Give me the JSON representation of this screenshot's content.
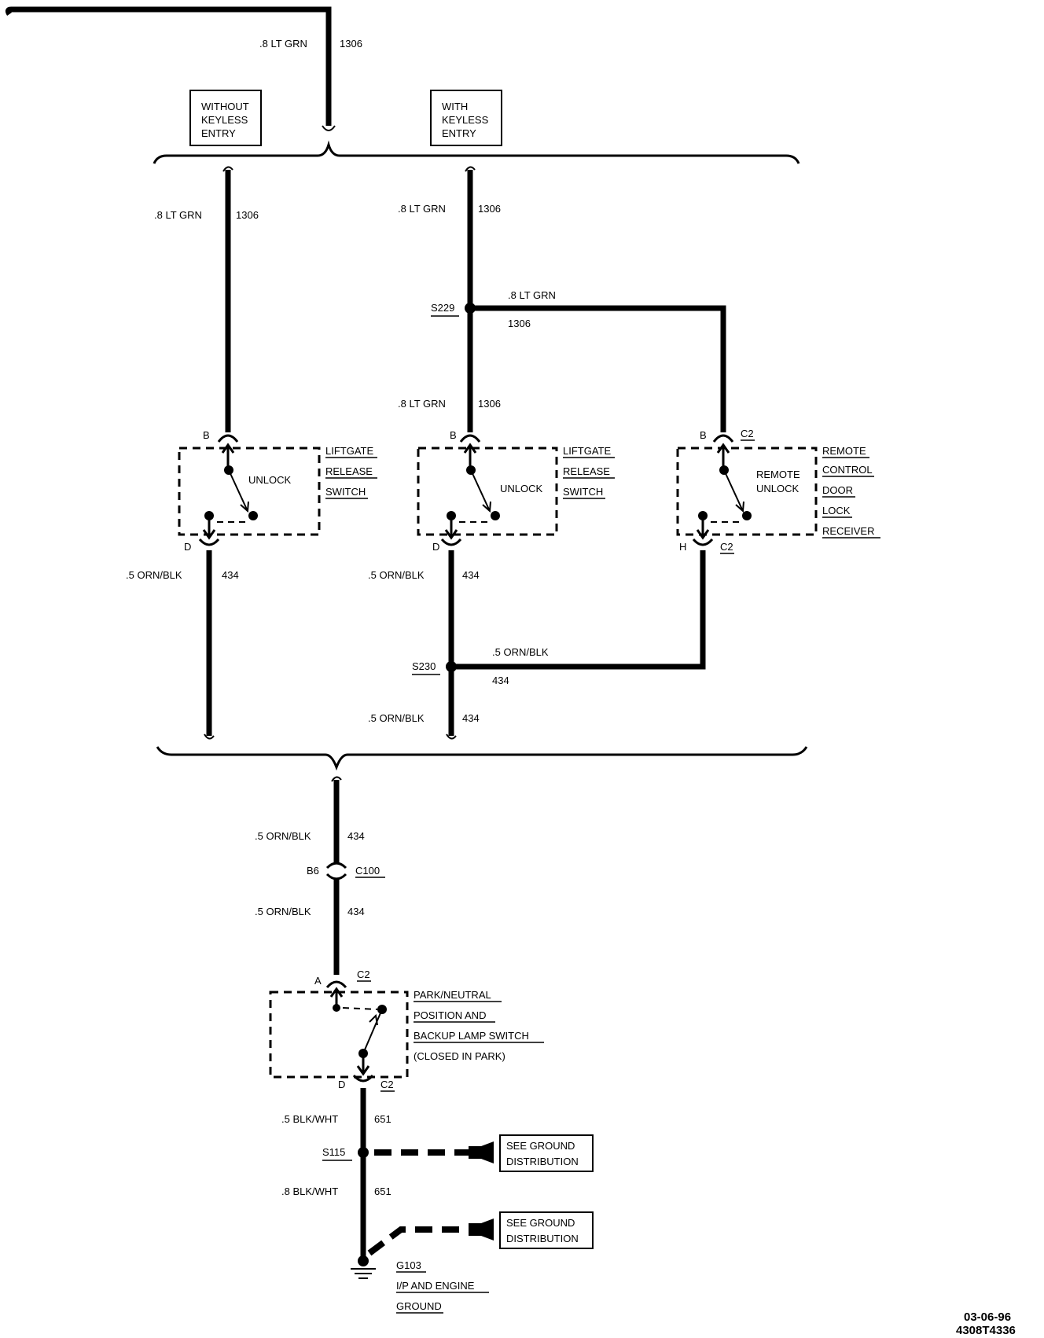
{
  "top_wire": {
    "gauge_color": ".8 LT GRN",
    "circuit": "1306"
  },
  "options": {
    "without_keyless": [
      "WITHOUT",
      "KEYLESS",
      "ENTRY"
    ],
    "with_keyless": [
      "WITH",
      "KEYLESS",
      "ENTRY"
    ]
  },
  "branch_without": {
    "wire_top": {
      "gauge_color": ".8 LT GRN",
      "circuit": "1306"
    },
    "pin_top": "B",
    "switch_label": "UNLOCK",
    "component_lines": [
      "LIFTGATE",
      "RELEASE",
      "SWITCH"
    ],
    "pin_bottom": "D",
    "wire_bottom": {
      "gauge_color": ".5 ORN/BLK",
      "circuit": "434"
    }
  },
  "branch_with": {
    "wire_top": {
      "gauge_color": ".8 LT GRN",
      "circuit": "1306"
    },
    "splice_top": "S229",
    "splice_top_wire": {
      "gauge_color": ".8 LT GRN",
      "circuit": "1306"
    },
    "wire_mid": {
      "gauge_color": ".8 LT GRN",
      "circuit": "1306"
    },
    "pin_top": "B",
    "switch_label": "UNLOCK",
    "component_lines": [
      "LIFTGATE",
      "RELEASE",
      "SWITCH"
    ],
    "pin_bottom": "D",
    "wire_bottom": {
      "gauge_color": ".5 ORN/BLK",
      "circuit": "434"
    },
    "splice_bottom": "S230",
    "splice_bottom_wire": {
      "gauge_color": ".5 ORN/BLK",
      "circuit": "434"
    },
    "wire_after_splice": {
      "gauge_color": ".5 ORN/BLK",
      "circuit": "434"
    }
  },
  "receiver": {
    "pin_top": "B",
    "connector_top": "C2",
    "switch_label": [
      "REMOTE",
      "UNLOCK"
    ],
    "component_lines": [
      "REMOTE",
      "CONTROL",
      "DOOR",
      "LOCK",
      "RECEIVER"
    ],
    "pin_bottom": "H",
    "connector_bottom": "C2"
  },
  "lower": {
    "wire1": {
      "gauge_color": ".5 ORN/BLK",
      "circuit": "434"
    },
    "connector_pin": "B6",
    "connector": "C100",
    "wire2": {
      "gauge_color": ".5 ORN/BLK",
      "circuit": "434"
    },
    "pn_pin_top": "A",
    "pn_connector_top": "C2",
    "pn_lines": [
      "PARK/NEUTRAL",
      "POSITION AND",
      "BACKUP LAMP SWITCH",
      "(CLOSED IN PARK)"
    ],
    "pn_pin_bottom": "D",
    "pn_connector_bottom": "C2",
    "wire3": {
      "gauge_color": ".5 BLK/WHT",
      "circuit": "651"
    },
    "splice": "S115",
    "ground_ref_1": [
      "SEE GROUND",
      "DISTRIBUTION"
    ],
    "wire4": {
      "gauge_color": ".8 BLK/WHT",
      "circuit": "651"
    },
    "ground_ref_2": [
      "SEE GROUND",
      "DISTRIBUTION"
    ],
    "ground_id": "G103",
    "ground_lines": [
      "I/P AND ENGINE",
      "GROUND"
    ]
  },
  "footer": {
    "date": "03-06-96",
    "code": "4308T4336"
  }
}
